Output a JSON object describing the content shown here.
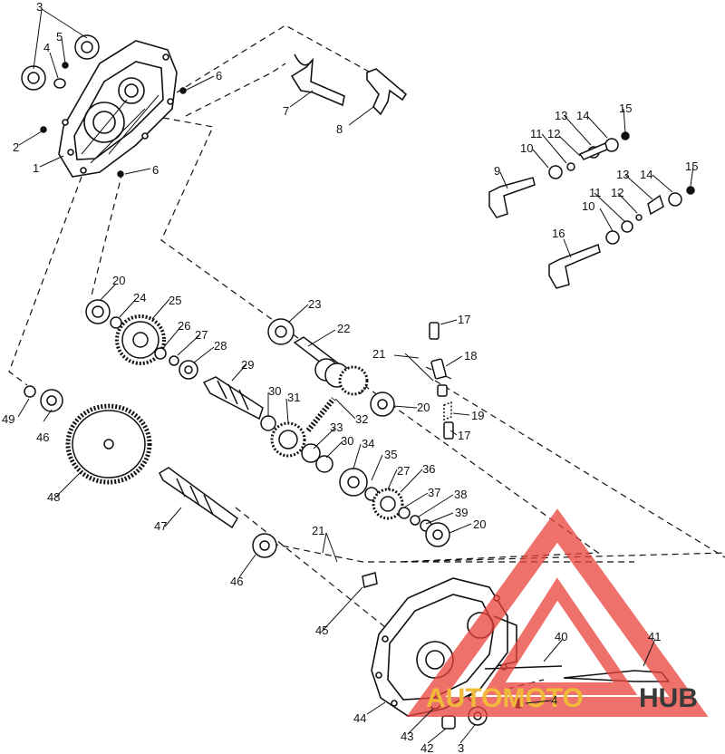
{
  "diagram": {
    "labels": [
      "1",
      "2",
      "3",
      "3",
      "4",
      "4",
      "5",
      "6",
      "6",
      "7",
      "8",
      "9",
      "10",
      "10",
      "11",
      "11",
      "12",
      "12",
      "13",
      "13",
      "14",
      "14",
      "15",
      "15",
      "16",
      "17",
      "17",
      "18",
      "19",
      "20",
      "20",
      "20",
      "21",
      "21",
      "22",
      "23",
      "24",
      "25",
      "26",
      "27",
      "27",
      "28",
      "29",
      "30",
      "30",
      "31",
      "32",
      "33",
      "34",
      "35",
      "36",
      "37",
      "38",
      "39",
      "40",
      "41",
      "42",
      "43",
      "44",
      "45",
      "46",
      "46",
      "47",
      "48",
      "49"
    ]
  },
  "watermark": {
    "brand_left": "AUTOMOTO",
    "brand_right": "HUB",
    "colors": {
      "triangle": "#e8413a",
      "auto": "#f0b93a",
      "hub": "#3a3a3a"
    }
  },
  "colors": {
    "line": "#111111",
    "gear": "#222222"
  }
}
